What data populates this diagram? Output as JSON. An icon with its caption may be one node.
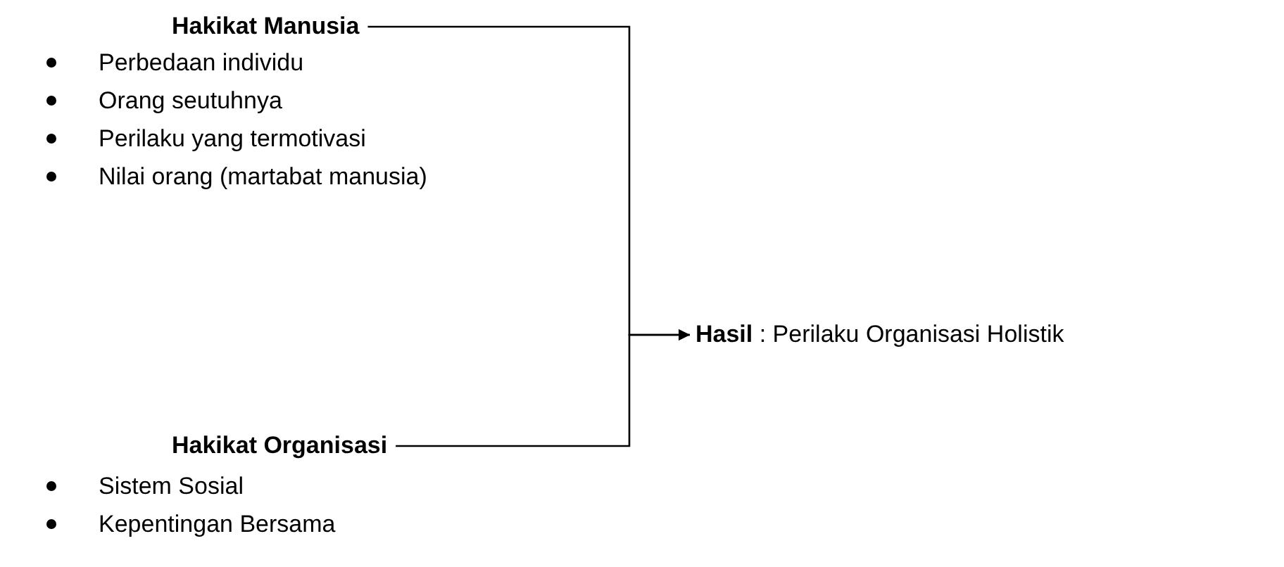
{
  "diagram": {
    "nodes": [
      {
        "text": [
          "Hakikat Manusia"
        ],
        "beside": [
          "Perbedaan individu",
          "Orang seutuhnya",
          "Perilaku yang termotivasi",
          "Nilai orang (martabat manusia)"
        ]
      },
      {
        "text": [
          "Hakikat Organisasi"
        ],
        "beside": [
          "Sistem Sosial",
          "Kepentingan Bersama"
        ]
      },
      {
        "text": [
          "**Hasil** : Perilaku Organisasi Holistik"
        ]
      }
    ],
    "edges": [
      {
        "from": 0,
        "to": 2,
        "arrow": "to"
      },
      {
        "from": 1,
        "to": 2,
        "arrow": "to"
      }
    ]
  }
}
